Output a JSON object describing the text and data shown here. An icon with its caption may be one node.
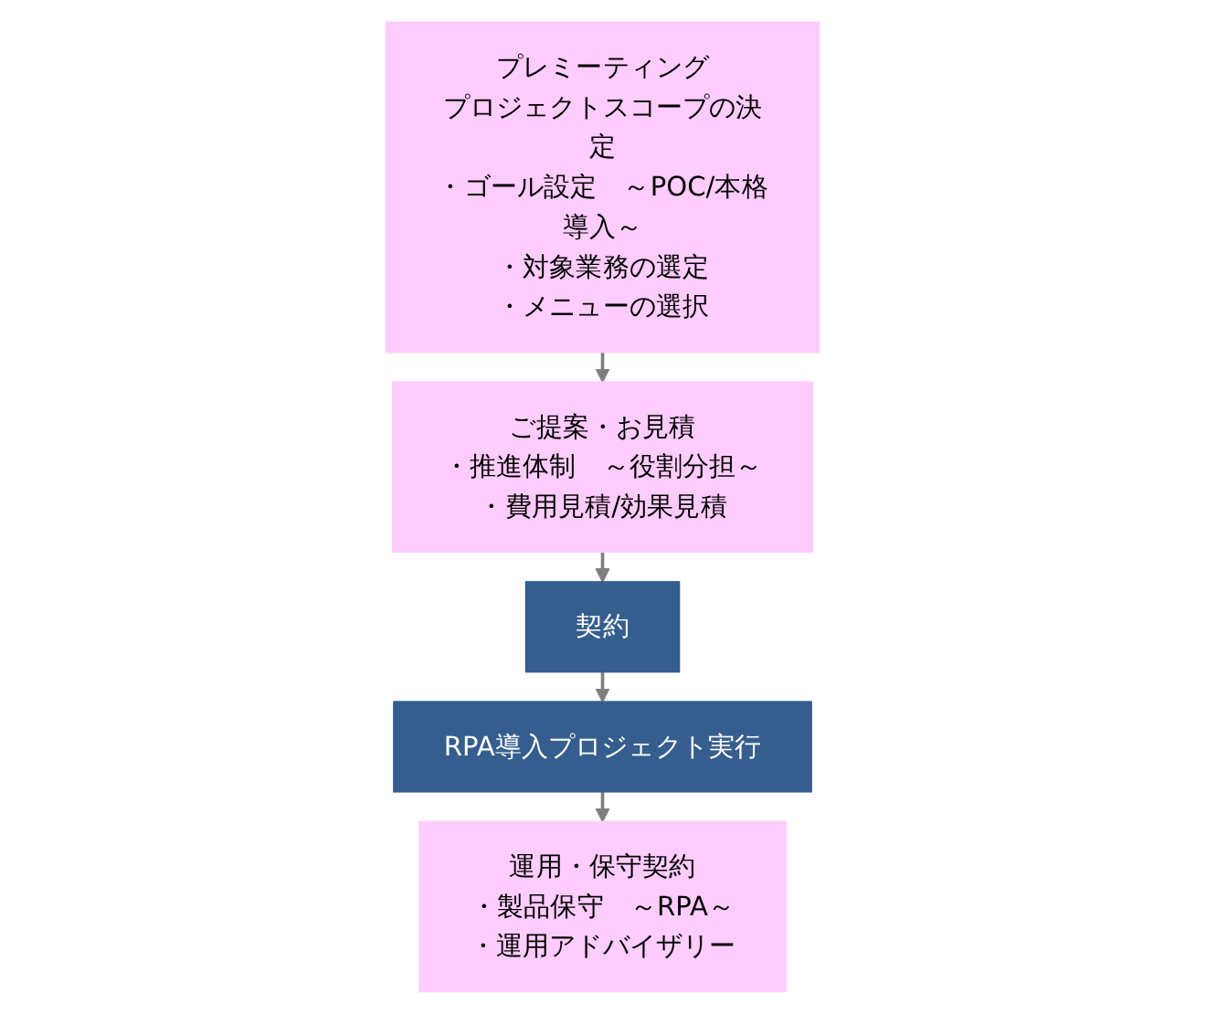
{
  "diagram": {
    "nodes": [
      {
        "text": [
          "プレミーティング",
          "プロジェクトスコープの決定",
          "・ゴール設定　～POC/本格導入～",
          "・対象業務の選定",
          "・メニューの選択"
        ]
      },
      {
        "text": [
          "ご提案・お見積",
          "・推進体制　～役割分担～",
          "・費用見積/効果見積"
        ]
      },
      {
        "text": [
          "契約"
        ]
      },
      {
        "text": [
          "RPA導入プロジェクト実行"
        ]
      },
      {
        "text": [
          "運用・保守契約",
          "・製品保守　～RPA～",
          "・運用アドバイザリー"
        ]
      }
    ],
    "edges": [
      {
        "from": 0,
        "to": 1,
        "arrow": "to"
      },
      {
        "from": 1,
        "to": 2,
        "arrow": "to"
      },
      {
        "from": 2,
        "to": 3,
        "arrow": "to"
      },
      {
        "from": 3,
        "to": 4,
        "arrow": "to"
      }
    ]
  }
}
